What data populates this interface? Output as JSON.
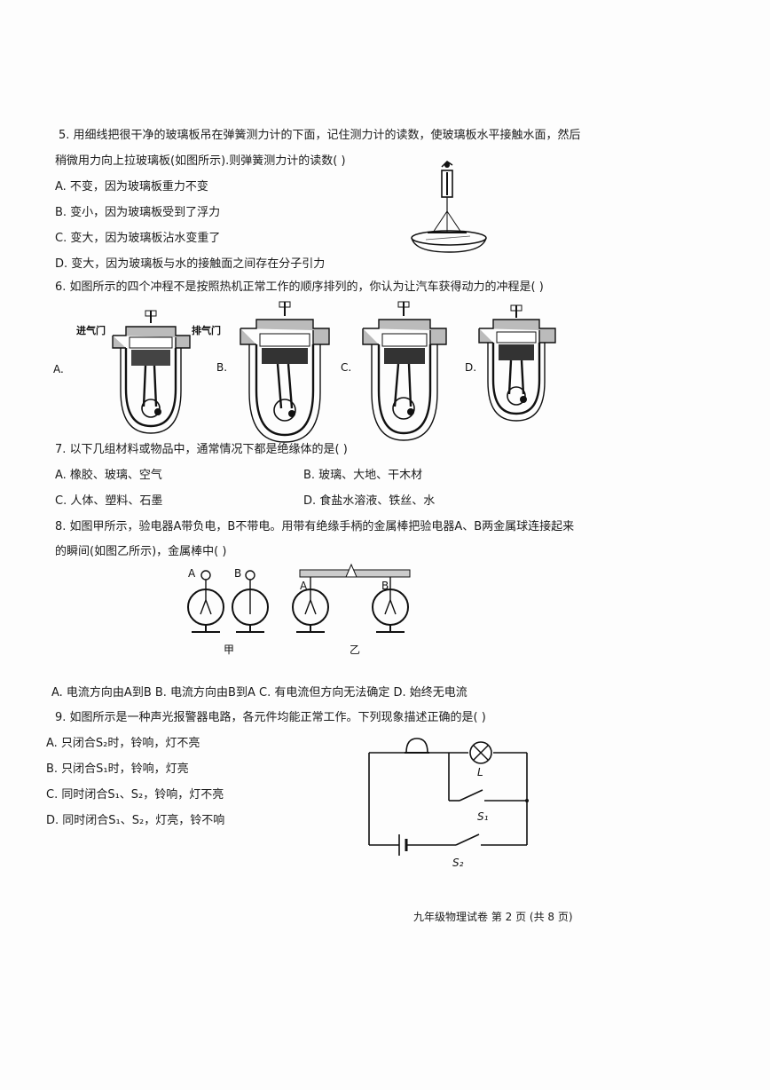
{
  "questions": {
    "q5": {
      "line1": "5.  用细线把很干净的玻璃板吊在弹簧测力计的下面，记住测力计的读数，使玻璃板水平接触水面，然后",
      "line2": "稍微用力向上拉玻璃板(如图所示).则弹簧测力计的读数(    )",
      "options": [
        "A.  不变，因为玻璃板重力不变",
        "B.  变小，因为玻璃板受到了浮力",
        "C.  变大，因为玻璃板沾水变重了",
        "D.  变大，因为玻璃板与水的接触面之间存在分子引力"
      ]
    },
    "q6": {
      "stem": "6.  如图所示的四个冲程不是按照热机正常工作的顺序排列的，你认为让汽车获得动力的冲程是(    )",
      "intake_label": "进气门",
      "exhaust_label": "排气门",
      "option_letters": [
        "A.",
        "B.",
        "C.",
        "D."
      ]
    },
    "q7": {
      "stem": "7.  以下几组材料或物品中，通常情况下都是绝缘体的是(    )",
      "options": [
        "A.  橡胶、玻璃、空气",
        "B.  玻璃、大地、干木材",
        "C.  人体、塑料、石墨",
        "D.  食盐水溶液、铁丝、水"
      ]
    },
    "q8": {
      "line1": "8.  如图甲所示，验电器A带负电，B不带电。用带有绝缘手柄的金属棒把验电器A、B两金属球连接起来",
      "line2": "的瞬间(如图乙所示)，金属棒中(    )",
      "fig_label_jia": "甲",
      "fig_label_yi": "乙",
      "label_a": "A",
      "label_b": "B",
      "options": "A. 电流方向由A到B      B. 电流方向由B到A      C. 有电流但方向无法确定   D. 始终无电流"
    },
    "q9": {
      "stem": "9.  如图所示是一种声光报警器电路，各元件均能正常工作。下列现象描述正确的是(    )",
      "options": [
        "A.  只闭合S₂时，铃响，灯不亮",
        "B.  只闭合S₁时，铃响，灯亮",
        "C.  同时闭合S₁、S₂，铃响，灯不亮",
        "D.  同时闭合S₁、S₂，灯亮，铃不响"
      ],
      "lamp_label": "L",
      "s1_label": "S₁",
      "s2_label": "S₂"
    }
  },
  "footer": "九年级物理试卷  第 2 页  (共 8 页)"
}
